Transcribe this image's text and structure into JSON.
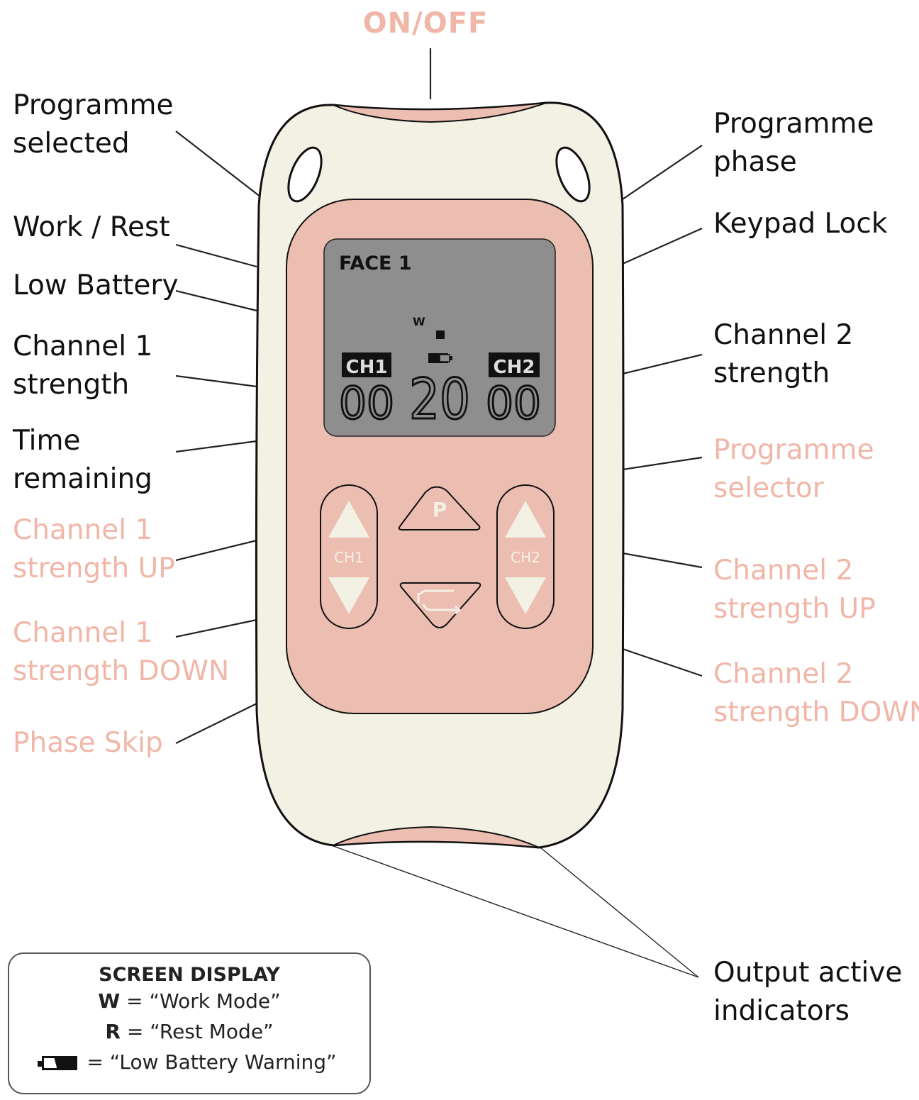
{
  "top_label": "ON/OFF",
  "left_labels": [
    {
      "line1": "Programme",
      "line2": "selected"
    },
    {
      "line1": "Work / Rest",
      "line2": ""
    },
    {
      "line1": "Low Battery",
      "line2": ""
    },
    {
      "line1": "Channel 1",
      "line2": "strength"
    },
    {
      "line1": "Time",
      "line2": "remaining"
    },
    {
      "line1": "Channel 1",
      "line2": "strength UP"
    },
    {
      "line1": "Channel 1",
      "line2": "strength DOWN"
    },
    {
      "line1": "Phase Skip",
      "line2": ""
    }
  ],
  "right_labels": [
    {
      "line1": "Programme",
      "line2": "phase"
    },
    {
      "line1": "Keypad Lock",
      "line2": ""
    },
    {
      "line1": "Channel 2",
      "line2": "strength"
    },
    {
      "line1": "Programme",
      "line2": "selector"
    },
    {
      "line1": "Channel 2",
      "line2": "strength UP"
    },
    {
      "line1": "Channel 2",
      "line2": "strength DOWN"
    },
    {
      "line1": "Output active",
      "line2": "indicators"
    }
  ],
  "screen": {
    "programme": "FACE 1",
    "mode": "W",
    "ch1_tag": "CH1",
    "ch2_tag": "CH2",
    "ch1_value": "00",
    "time_value": "20",
    "ch2_value": "00"
  },
  "buttons": {
    "ch1": "CH1",
    "ch2": "CH2",
    "program": "P"
  },
  "legend": {
    "title": "SCREEN DISPLAY",
    "w_key": "W",
    "w_text": "= “Work Mode”",
    "r_key": "R",
    "r_text": "= “Rest Mode”",
    "battery_text": "= “Low Battery Warning”"
  },
  "colors": {
    "body": "#f3f0e4",
    "panel": "#ecbdb1",
    "screen": "#8e8e8e",
    "pink_label": "#f0b7a8",
    "button_glyph": "#f3f0e4"
  }
}
